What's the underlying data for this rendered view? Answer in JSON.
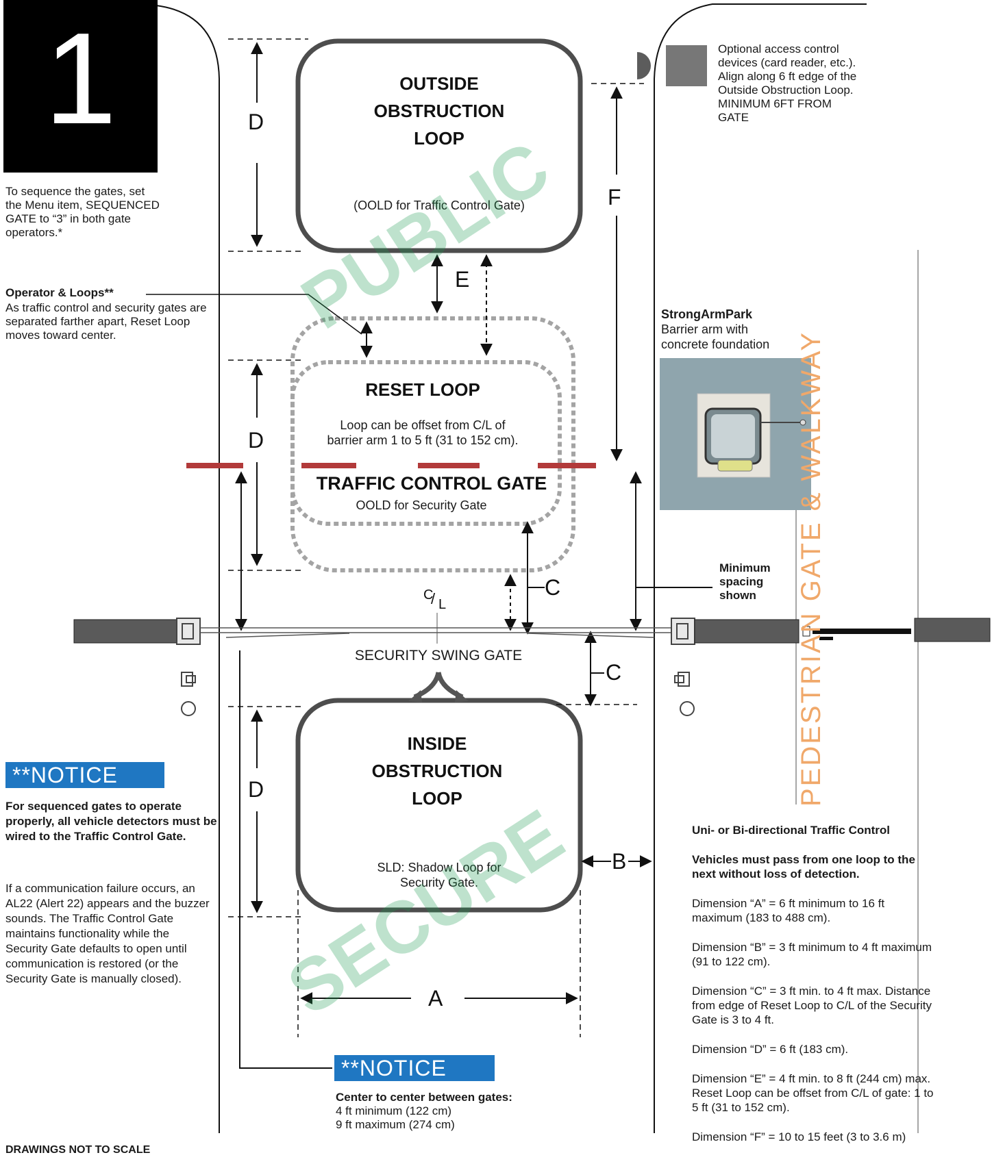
{
  "page_number": "1",
  "sequence_note": "To sequence the gates, set the Menu item, SEQUENCED GATE to “3” in both gate operators.*",
  "operator_loops": {
    "title": "Operator & Loops**",
    "text": "As traffic control and security gates are separated farther apart, Reset Loop moves toward center."
  },
  "outside_loop": {
    "title_lines": [
      "OUTSIDE",
      "OBSTRUCTION",
      "LOOP"
    ],
    "sub": "(OOLD for Traffic Control Gate)"
  },
  "access_note": {
    "line1": "Optional access control",
    "line2": "devices (card reader, etc.).",
    "line3": "Align along 6 ft edge of the",
    "line4": "Outside Obstruction Loop.",
    "line5": "MINIMUM 6FT FROM",
    "line6": "GATE"
  },
  "reset_loop": {
    "title": "RESET LOOP",
    "sub1": "Loop can be offset from C/L of",
    "sub2": "barrier arm 1 to 5 ft (31 to 152 cm)."
  },
  "traffic_gate": {
    "title": "TRAFFIC CONTROL GATE",
    "sub": "OOLD for Security Gate"
  },
  "strongarm": {
    "title": "StrongArmPark",
    "line1": "Barrier arm with",
    "line2": "concrete foundation"
  },
  "min_spacing": {
    "line1": "Minimum",
    "line2": "spacing",
    "line3": "shown"
  },
  "centerline": {
    "c": "C",
    "l": "L"
  },
  "security_gate_label": "SECURITY SWING GATE",
  "inside_loop": {
    "title_lines": [
      "INSIDE",
      "OBSTRUCTION",
      "LOOP"
    ],
    "sub1": "SLD: Shadow Loop for",
    "sub2": "Security Gate."
  },
  "dimensions": {
    "a": "A",
    "b": "B",
    "c": "C",
    "d": "D",
    "e": "E",
    "f": "F"
  },
  "watermarks": {
    "public": "PUBLIC",
    "secure": "SECURE"
  },
  "pedestrian": "PEDESTRIAN GATE & WALKWAY",
  "notice_left": {
    "badge": "**NOTICE",
    "bold_text": "For sequenced gates to operate properly, all vehicle detectors must be wired to the Traffic Control Gate.",
    "text": "If a communication failure occurs, an AL22 (Alert 22) appears and the buzzer sounds. The Traffic Control Gate maintains functionality while the Security Gate defaults to open until communication is restored (or the Security Gate is manually closed)."
  },
  "notice_bottom": {
    "badge": "**NOTICE",
    "bold_text": "Center to center between gates:",
    "line1": "4 ft minimum (122 cm)",
    "line2": "9 ft maximum (274 cm)"
  },
  "right_notes": {
    "title": "Uni- or Bi-directional Traffic Control",
    "subtitle": "Vehicles must pass from one loop to the next without loss of detection.",
    "dim_a": "Dimension “A” = 6 ft minimum to 16 ft maximum (183 to 488 cm).",
    "dim_b": "Dimension “B” = 3 ft minimum to 4 ft maximum (91 to 122 cm).",
    "dim_c": "Dimension “C” = 3 ft min. to 4 ft max. Distance from edge of Reset Loop to C/L of the Security Gate is 3 to 4 ft.",
    "dim_d": "Dimension “D” = 6 ft (183 cm).",
    "dim_e": "Dimension “E” = 4 ft min. to 8 ft (244 cm) max. Reset Loop can be offset from C/L of gate: 1 to 5 ft (31 to 152 cm).",
    "dim_f": "Dimension “F” = 10 to 15 feet (3 to 3.6 m)"
  },
  "footer": "DRAWINGS NOT TO SCALE"
}
